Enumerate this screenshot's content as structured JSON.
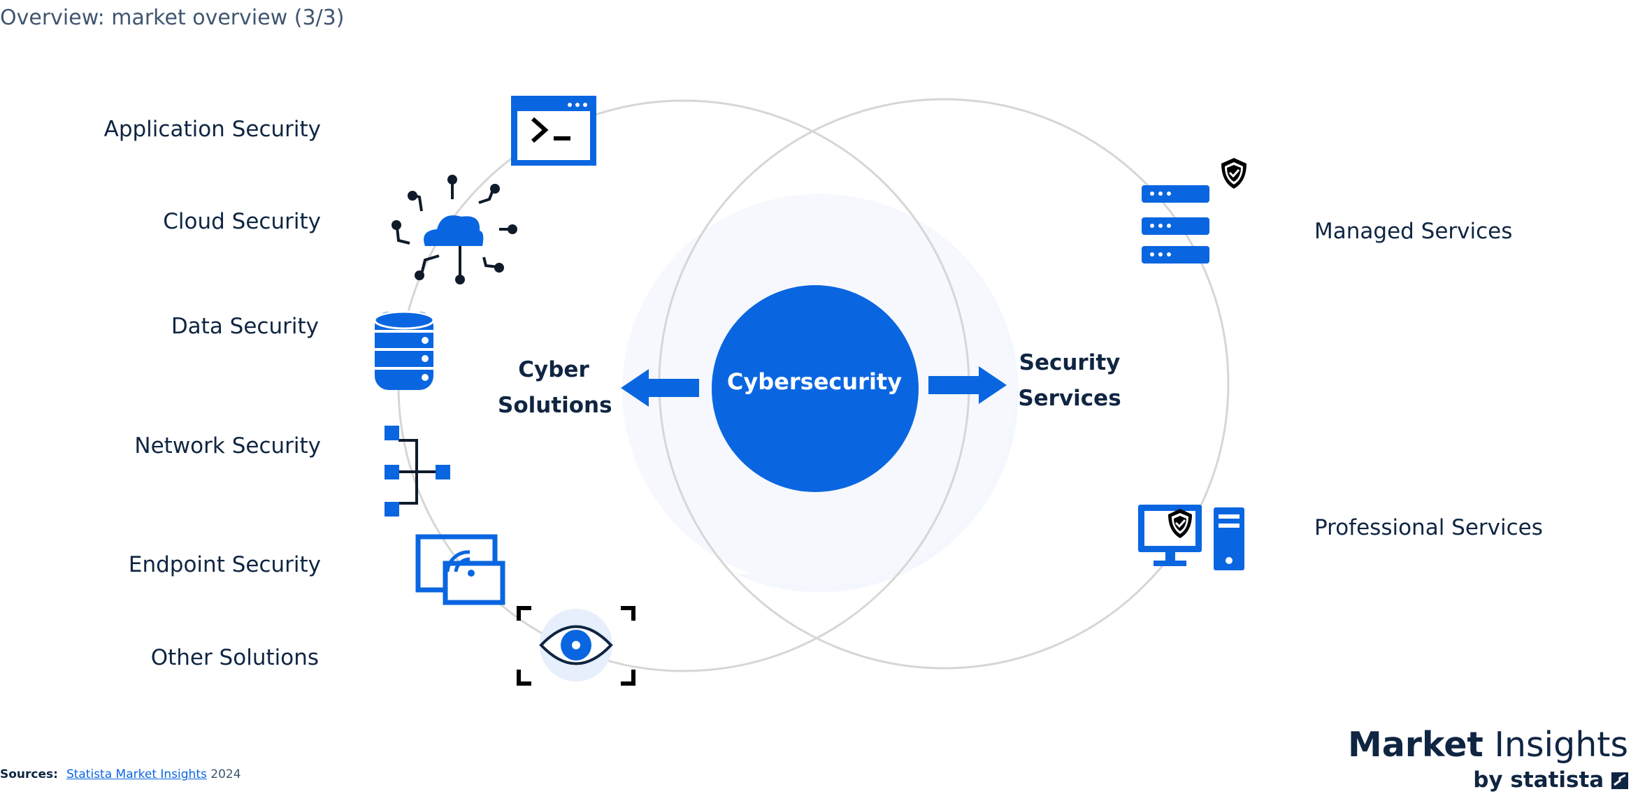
{
  "header": {
    "title": "Overview: market overview (3/3)"
  },
  "center": {
    "label": "Cybersecurity"
  },
  "branches": {
    "left": {
      "label_line1": "Cyber",
      "label_line2": "Solutions"
    },
    "right": {
      "label_line1": "Security",
      "label_line2": "Services"
    }
  },
  "solutions": [
    {
      "label": "Application Security",
      "icon": "terminal-window-icon"
    },
    {
      "label": "Cloud Security",
      "icon": "cloud-network-icon"
    },
    {
      "label": "Data Security",
      "icon": "database-icon"
    },
    {
      "label": "Network Security",
      "icon": "network-tree-icon"
    },
    {
      "label": "Endpoint Security",
      "icon": "endpoint-signal-icon"
    },
    {
      "label": "Other Solutions",
      "icon": "eye-scan-icon"
    }
  ],
  "services": [
    {
      "label": "Managed Services",
      "icon": "server-shield-icon"
    },
    {
      "label": "Professional Services",
      "icon": "computer-shield-icon"
    }
  ],
  "footer": {
    "sources_label": "Sources:",
    "source_link": "Statista Market Insights",
    "source_year": "2024",
    "brand_bold": "Market",
    "brand_light": "Insights",
    "brand_by": "by statista"
  },
  "colors": {
    "accent": "#0a66e0",
    "text": "#0f2542",
    "ring": "#d6d6d6",
    "halo": "#f4f7fd"
  }
}
